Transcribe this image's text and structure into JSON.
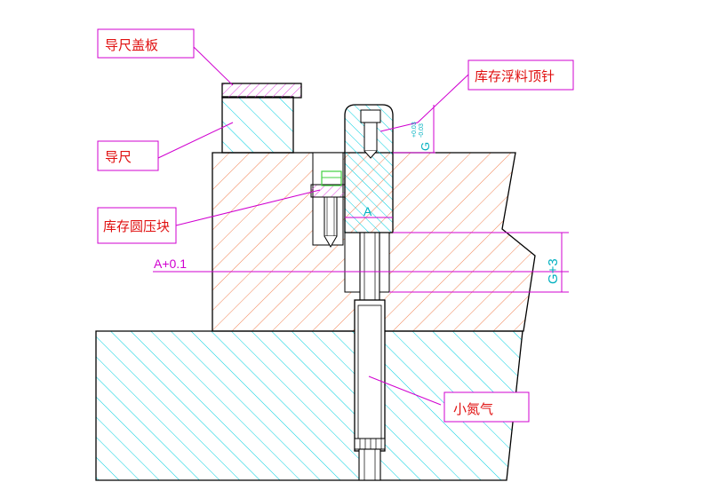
{
  "labels": {
    "guide_cover": "导尺盖板",
    "guide": "导尺",
    "stock_pin": "库存浮料顶针",
    "stock_block": "库存圆压块",
    "nitrogen": "小氮气"
  },
  "dimensions": {
    "a_plus": "A+0.1",
    "a": "A",
    "g_plus": "G+3",
    "g": "G",
    "tol_upper": "+0.03",
    "tol_lower": "-0.03"
  },
  "colors": {
    "label_text": "#e01010",
    "leader": "#d000d0",
    "hatch_cyan": "#00d0e0",
    "hatch_orange": "#f08050",
    "outline": "#000000"
  }
}
